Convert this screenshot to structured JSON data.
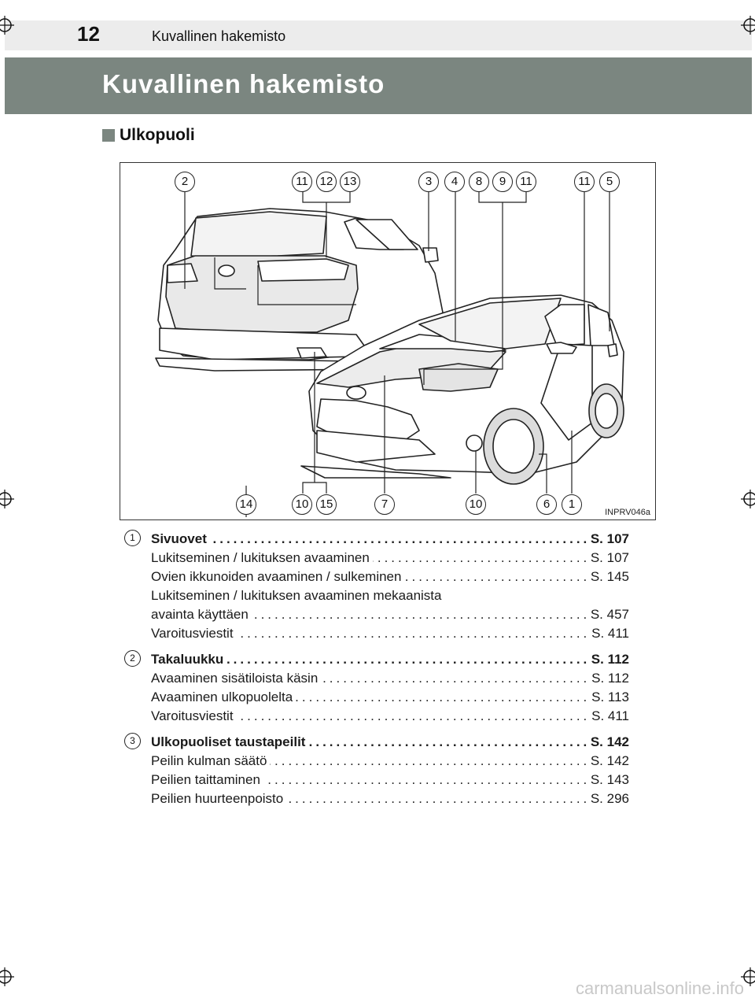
{
  "header": {
    "page_number": "12",
    "running_head": "Kuvallinen hakemisto"
  },
  "banner": {
    "title": "Kuvallinen hakemisto"
  },
  "section": {
    "title": "Ulkopuoli"
  },
  "figure": {
    "code": "INPRV046a",
    "callouts_top": [
      "2",
      "11",
      "12",
      "13",
      "3",
      "4",
      "8",
      "9",
      "11",
      "11",
      "5"
    ],
    "callouts_bottom": [
      "14",
      "10",
      "15",
      "7",
      "10",
      "6",
      "1"
    ]
  },
  "entries": [
    {
      "num": "1",
      "lines": [
        {
          "label": "Sivuovet",
          "page": "S. 107",
          "main": true
        },
        {
          "label": "Lukitseminen / lukituksen avaaminen",
          "page": "S. 107"
        },
        {
          "label": "Ovien ikkunoiden avaaminen / sulkeminen",
          "page": "S. 145"
        },
        {
          "label": "Lukitseminen / lukituksen avaaminen mekaanista",
          "page": ""
        },
        {
          "label": "avainta käyttäen",
          "page": "S. 457"
        },
        {
          "label": "Varoitusviestit",
          "page": "S. 411"
        }
      ]
    },
    {
      "num": "2",
      "lines": [
        {
          "label": "Takaluukku",
          "page": "S. 112",
          "main": true
        },
        {
          "label": "Avaaminen sisätiloista käsin",
          "page": "S. 112"
        },
        {
          "label": "Avaaminen ulkopuolelta",
          "page": "S. 113"
        },
        {
          "label": "Varoitusviestit",
          "page": "S. 411"
        }
      ]
    },
    {
      "num": "3",
      "lines": [
        {
          "label": "Ulkopuoliset taustapeilit",
          "page": "S. 142",
          "main": true
        },
        {
          "label": "Peilin kulman säätö",
          "page": "S. 142"
        },
        {
          "label": "Peilien taittaminen",
          "page": "S. 143"
        },
        {
          "label": "Peilien huurteenpoisto",
          "page": "S. 296"
        }
      ]
    }
  ],
  "watermark": "carmanualsonline.info"
}
